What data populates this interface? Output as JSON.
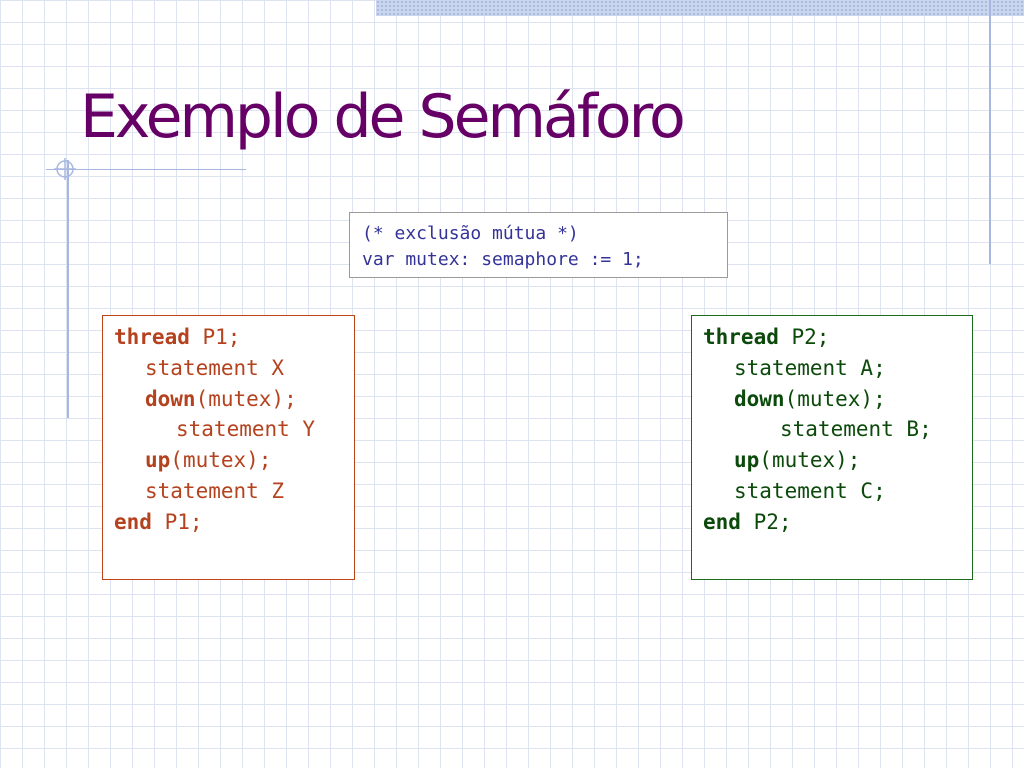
{
  "slide": {
    "title": "Exemplo de Semáforo"
  },
  "declaration": {
    "lines": [
      "(* exclusão mútua *)",
      "var mutex: semaphore := 1;"
    ]
  },
  "thread_p1": {
    "thread_kw": "thread",
    "thread_rest": " P1;",
    "stmt_x": "statement X",
    "down_kw": "down",
    "down_rest": "(mutex);",
    "stmt_y": "statement Y",
    "up_kw": "up",
    "up_rest": "(mutex);",
    "stmt_z": "statement Z",
    "end_kw": "end",
    "end_rest": " P1;"
  },
  "thread_p2": {
    "thread_kw": "thread",
    "thread_rest": " P2;",
    "stmt_a": "statement A;",
    "down_kw": "down",
    "down_rest": "(mutex);",
    "stmt_b": "statement B;",
    "up_kw": "up",
    "up_rest": "(mutex);",
    "stmt_c": "statement C;",
    "end_kw": "end",
    "end_rest": " P2;"
  },
  "colors": {
    "title": "#660066",
    "p1_text": "#b5421e",
    "p2_text": "#0b4a0b",
    "declaration_text": "#333399"
  }
}
